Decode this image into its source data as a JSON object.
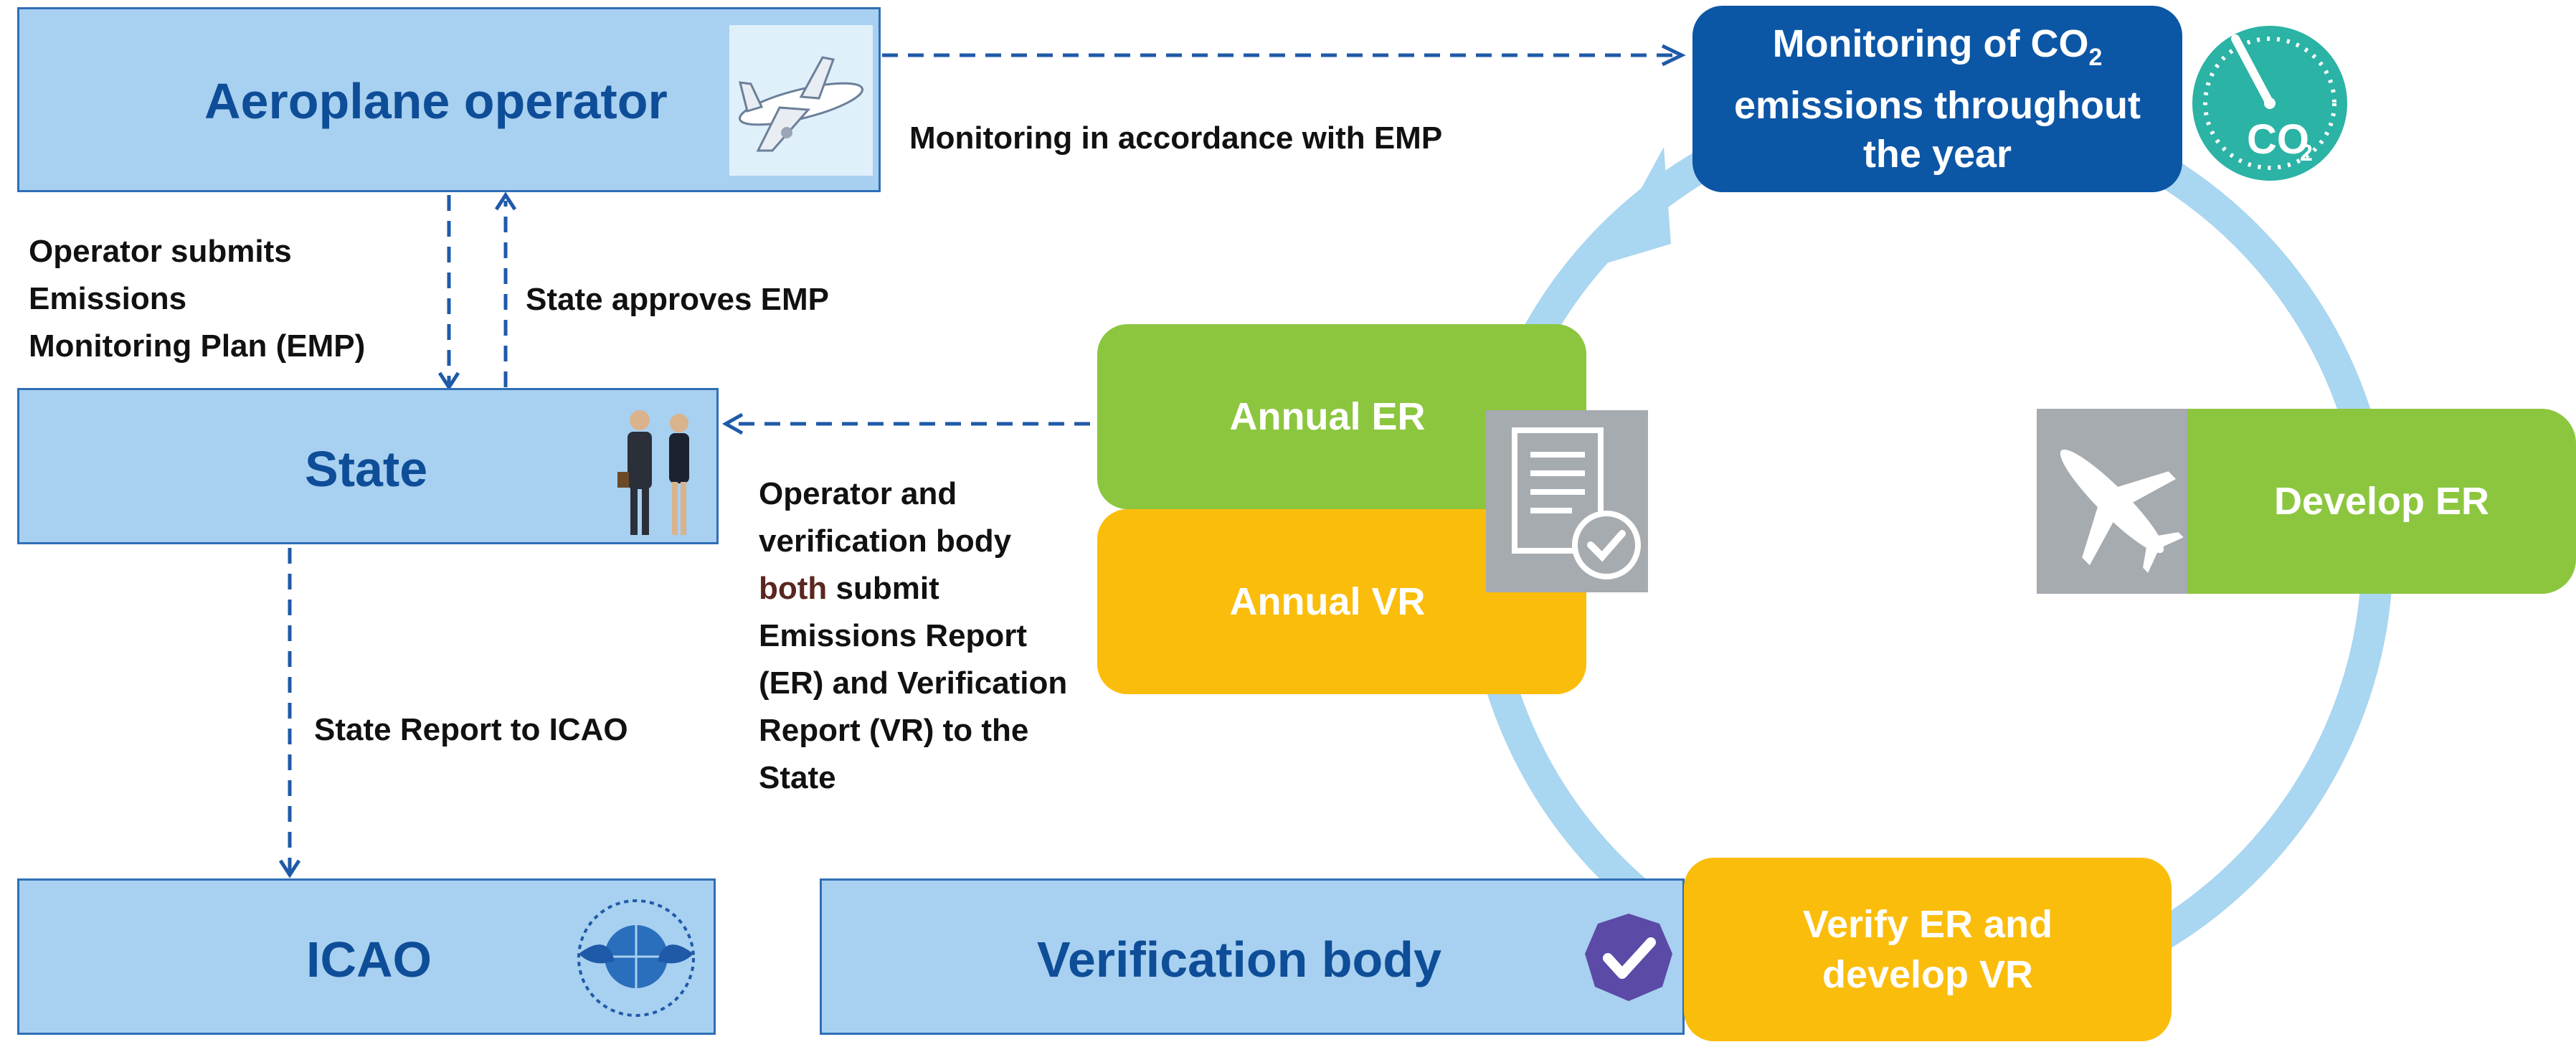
{
  "entities": {
    "operator": "Aeroplane operator",
    "state": "State",
    "icao": "ICAO",
    "verification_body": "Verification body"
  },
  "flow_labels": {
    "monitoring_emp": "Monitoring in accordance with EMP",
    "submit_emp_1": "Operator submits",
    "submit_emp_2": "Emissions",
    "submit_emp_3": "Monitoring Plan (EMP)",
    "approves_emp": "State approves EMP",
    "state_report": "State Report to ICAO",
    "submit_reports_1": "Operator and",
    "submit_reports_2": "verification body",
    "submit_reports_3a": "both",
    "submit_reports_3b": " submit",
    "submit_reports_4": "Emissions Report",
    "submit_reports_5": "(ER) and Verification",
    "submit_reports_6": "Report (VR) to the",
    "submit_reports_7": "State"
  },
  "cycle": {
    "monitoring_1": "Monitoring of CO",
    "monitoring_sub": "2",
    "monitoring_2": "emissions throughout",
    "monitoring_3": "the year",
    "co2_icon_label": "CO",
    "co2_icon_sub": "2",
    "develop_er": "Develop ER",
    "verify_1": "Verify ER and",
    "verify_2": "develop VR",
    "annual_er": "Annual ER",
    "annual_vr": "Annual VR"
  },
  "colors": {
    "entity_fill": "#a8d0f0",
    "entity_text": "#0e4d98",
    "stage_green": "#8cc63f",
    "stage_yellow": "#fbbd0b",
    "stage_blue": "#0c56a6",
    "cycle_ring": "#a9d6f0",
    "arrow": "#1f5aa8"
  }
}
